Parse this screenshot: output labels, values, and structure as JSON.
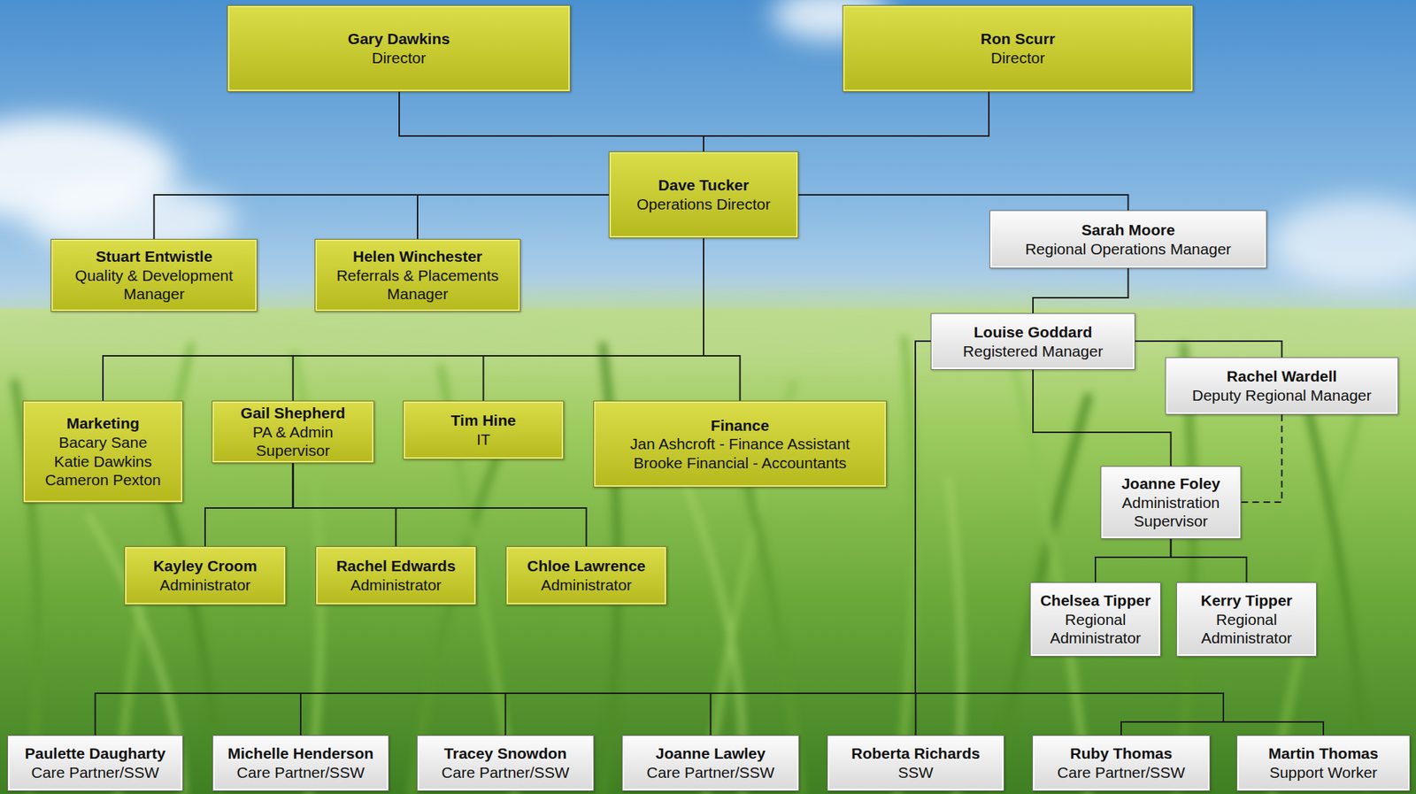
{
  "diagram": {
    "nodes": [
      {
        "text": [
          "Gary Dawkins",
          "Director"
        ]
      },
      {
        "text": [
          "Ron Scurr",
          "Director"
        ]
      },
      {
        "text": [
          "Dave Tucker",
          "Operations Director"
        ]
      },
      {
        "text": [
          "Stuart Entwistle",
          "Quality & Development Manager"
        ]
      },
      {
        "text": [
          "Helen Winchester",
          "Referrals & Placements Manager"
        ]
      },
      {
        "text": [
          "Sarah Moore",
          "Regional Operations Manager"
        ]
      },
      {
        "text": [
          "Louise Goddard",
          "Registered Manager"
        ]
      },
      {
        "text": [
          "Rachel Wardell",
          "Deputy Regional Manager"
        ]
      },
      {
        "text": [
          "Marketing",
          "Bacary Sane",
          "Katie Dawkins",
          "Cameron Pexton"
        ]
      },
      {
        "text": [
          "Gail Shepherd",
          "PA & Admin Supervisor"
        ]
      },
      {
        "text": [
          "Tim Hine",
          "IT"
        ]
      },
      {
        "text": [
          "Finance",
          "Jan Ashcroft - Finance Assistant",
          "Brooke Financial - Accountants"
        ]
      },
      {
        "text": [
          "Joanne Foley",
          "Administration Supervisor"
        ]
      },
      {
        "text": [
          "Kayley Croom",
          "Administrator"
        ]
      },
      {
        "text": [
          "Rachel Edwards",
          "Administrator"
        ]
      },
      {
        "text": [
          "Chloe Lawrence",
          "Administrator"
        ]
      },
      {
        "text": [
          "Chelsea Tipper",
          "Regional Administrator"
        ]
      },
      {
        "text": [
          "Kerry Tipper",
          "Regional Administrator"
        ]
      },
      {
        "text": [
          "Paulette Daugharty",
          "Care Partner/SSW"
        ]
      },
      {
        "text": [
          "Michelle Henderson",
          "Care Partner/SSW"
        ]
      },
      {
        "text": [
          "Tracey Snowdon",
          "Care Partner/SSW"
        ]
      },
      {
        "text": [
          "Joanne Lawley",
          "Care Partner/SSW"
        ]
      },
      {
        "text": [
          "Roberta Richards",
          "SSW"
        ]
      },
      {
        "text": [
          "Ruby Thomas",
          "Care Partner/SSW"
        ]
      },
      {
        "text": [
          "Martin Thomas",
          "Support Worker"
        ]
      }
    ],
    "edges": [
      {
        "from": 0,
        "to": 2,
        "arrow": "none"
      },
      {
        "from": 1,
        "to": 2,
        "arrow": "none"
      },
      {
        "from": 2,
        "to": 3,
        "arrow": "none"
      },
      {
        "from": 2,
        "to": 4,
        "arrow": "none"
      },
      {
        "from": 2,
        "to": 5,
        "arrow": "none"
      },
      {
        "from": 2,
        "to": 8,
        "arrow": "none"
      },
      {
        "from": 2,
        "to": 9,
        "arrow": "none"
      },
      {
        "from": 2,
        "to": 10,
        "arrow": "none"
      },
      {
        "from": 2,
        "to": 11,
        "arrow": "none"
      },
      {
        "from": 5,
        "to": 6,
        "arrow": "none"
      },
      {
        "from": 6,
        "to": 7,
        "arrow": "none"
      },
      {
        "from": 6,
        "to": 12,
        "arrow": "none"
      },
      {
        "from": 7,
        "to": 12,
        "arrow": "none"
      },
      {
        "from": 9,
        "to": 13,
        "arrow": "none"
      },
      {
        "from": 9,
        "to": 14,
        "arrow": "none"
      },
      {
        "from": 9,
        "to": 15,
        "arrow": "none"
      },
      {
        "from": 12,
        "to": 16,
        "arrow": "none"
      },
      {
        "from": 12,
        "to": 17,
        "arrow": "none"
      },
      {
        "from": 6,
        "to": 18,
        "arrow": "none"
      },
      {
        "from": 6,
        "to": 19,
        "arrow": "none"
      },
      {
        "from": 6,
        "to": 20,
        "arrow": "none"
      },
      {
        "from": 6,
        "to": 21,
        "arrow": "none"
      },
      {
        "from": 6,
        "to": 22,
        "arrow": "none"
      },
      {
        "from": 6,
        "to": 23,
        "arrow": "none"
      },
      {
        "from": 6,
        "to": 24,
        "arrow": "none"
      }
    ]
  }
}
